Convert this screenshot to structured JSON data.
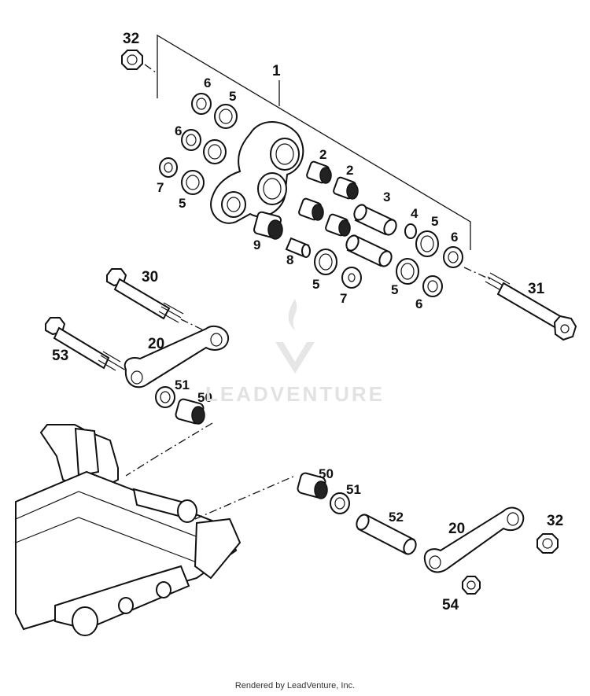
{
  "callouts": {
    "c32a": "32",
    "c1": "1",
    "c6a": "6",
    "c5a": "5",
    "c6b": "6",
    "c7a": "7",
    "c5b": "5",
    "c2a": "2",
    "c2b": "2",
    "c3": "3",
    "c4": "4",
    "c5c": "5",
    "c6c": "6",
    "c9": "9",
    "c8": "8",
    "c5d": "5",
    "c7b": "7",
    "c5e": "5",
    "c6d": "6",
    "c30": "30",
    "c31": "31",
    "c20a": "20",
    "c53": "53",
    "c51a": "51",
    "c50a": "50",
    "c50b": "50",
    "c51b": "51",
    "c52": "52",
    "c20b": "20",
    "c32b": "32",
    "c54": "54"
  },
  "watermark": "LEADVENTURE",
  "footer": "Rendered by LeadVenture, Inc."
}
